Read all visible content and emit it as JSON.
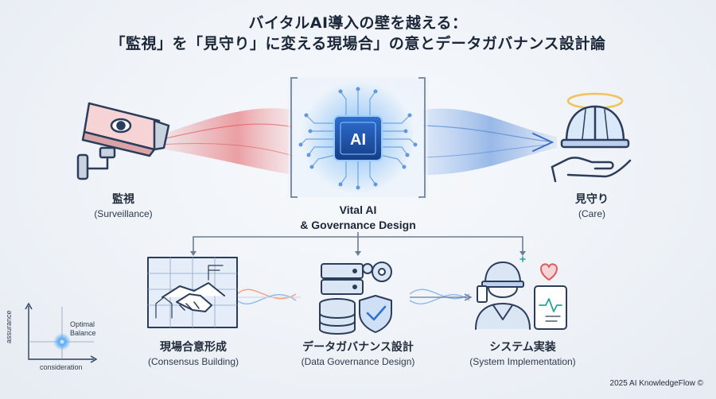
{
  "title": {
    "line1": "バイタルAI導入の壁を越える：",
    "line2": "「監視」を「見守り」に変える現場合」の意とデータガバナンス設計論"
  },
  "left_node": {
    "jp": "監視",
    "en": "(Surveillance)"
  },
  "right_node": {
    "jp": "見守り",
    "en": "(Care)"
  },
  "center": {
    "chip_text": "AI",
    "line1": "Vital AI",
    "line2": "& Governance Design"
  },
  "steps": [
    {
      "jp": "現場合意形成",
      "en": "(Consensus Building)"
    },
    {
      "jp": "データガバナンス設計",
      "en": "(Data Governance Design)"
    },
    {
      "jp": "システム実装",
      "en": "(System Implementation)"
    }
  ],
  "mini_chart": {
    "y_label": "assurance",
    "x_label": "consideration",
    "point_label": [
      "Optimal",
      "Balance"
    ]
  },
  "footer": {
    "copyright": "2025 AI KnowledgeFlow ©"
  },
  "colors": {
    "red": "#e2585c",
    "blue": "#4f86d9",
    "navy": "#2b3d5a",
    "chip": "#1d4fa0"
  }
}
